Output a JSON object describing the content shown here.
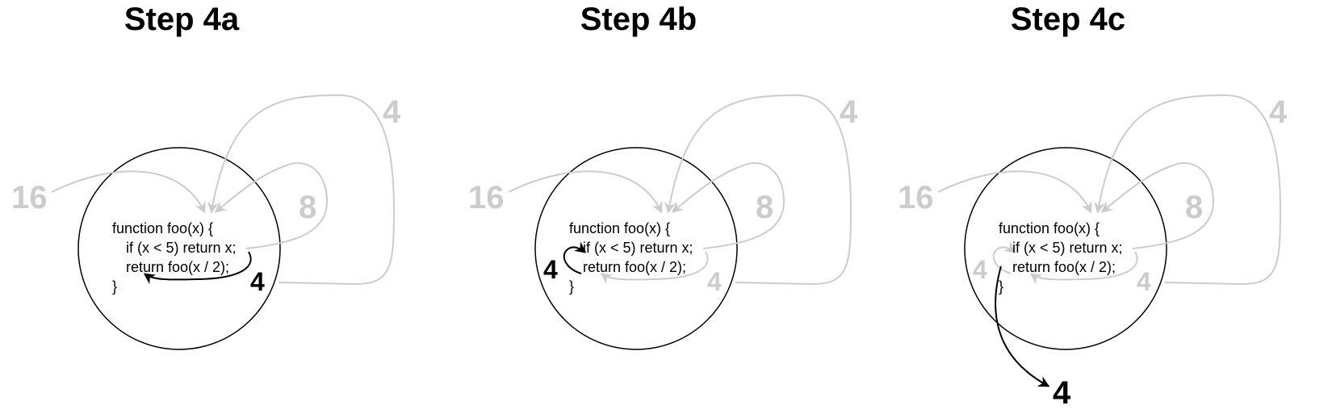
{
  "code_lines": [
    "function foo(x) {",
    "if (x < 5) return x;",
    "return foo(x / 2);",
    "}"
  ],
  "panels": [
    {
      "title": "Step 4a",
      "labels": {
        "sixteen": "16",
        "eight": "8",
        "four_top": "4",
        "four_mid": "4"
      }
    },
    {
      "title": "Step 4b",
      "labels": {
        "sixteen": "16",
        "eight": "8",
        "four_top": "4",
        "four_mid": "4",
        "four_left": "4"
      }
    },
    {
      "title": "Step 4c",
      "labels": {
        "sixteen": "16",
        "eight": "8",
        "four_top": "4",
        "four_mid": "4",
        "four_left": "4",
        "four_bottom": "4"
      }
    }
  ],
  "colors": {
    "active": "#000000",
    "inactive": "#cccccc"
  }
}
